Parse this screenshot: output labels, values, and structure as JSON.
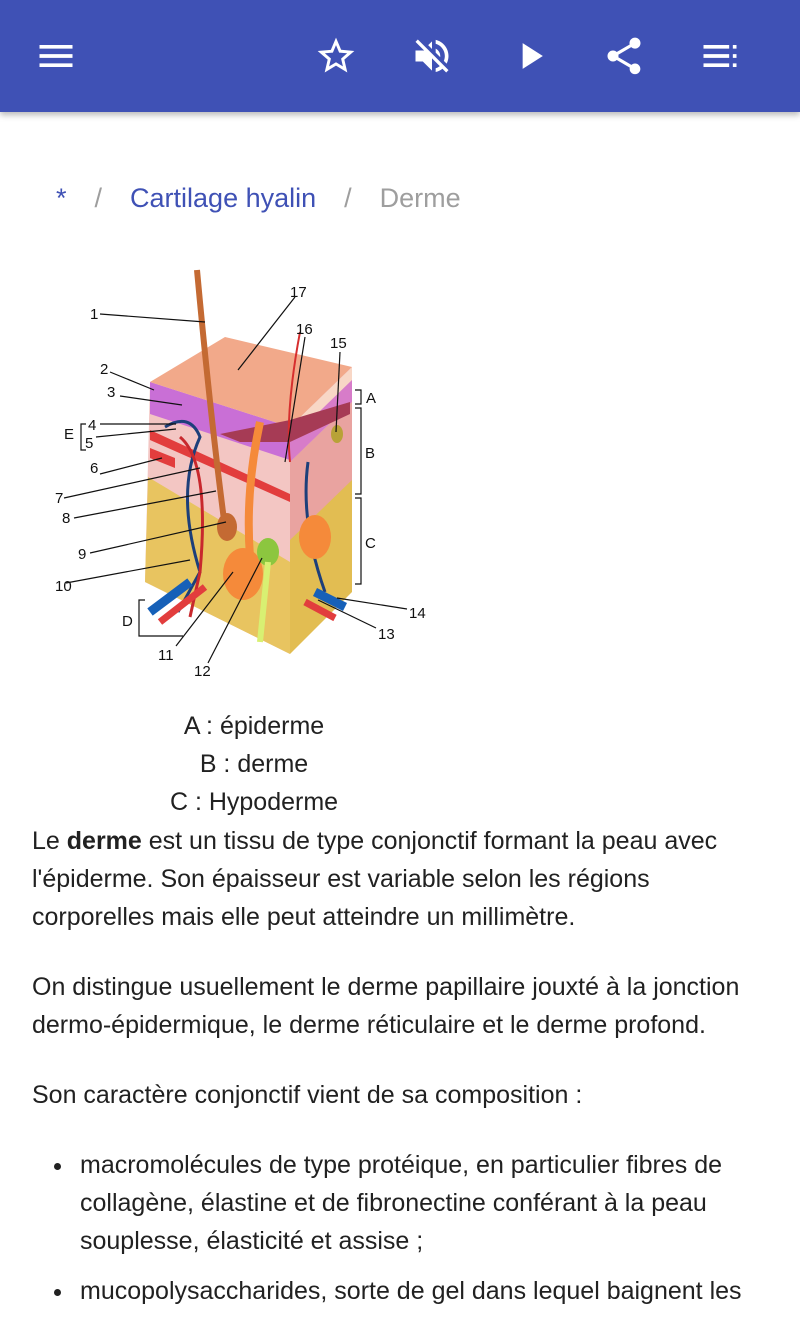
{
  "appbar": {
    "background": "#3f51b5",
    "icons": [
      "menu-icon",
      "star-outline-icon",
      "volume-off-icon",
      "play-icon",
      "share-icon",
      "playlist-icon"
    ]
  },
  "breadcrumb": {
    "root": "*",
    "separator": "/",
    "parent": "Cartilage hyalin",
    "current": "Derme"
  },
  "figure": {
    "labels": [
      "1",
      "2",
      "3",
      "4",
      "5",
      "6",
      "7",
      "8",
      "9",
      "10",
      "11",
      "12",
      "13",
      "14",
      "15",
      "16",
      "17"
    ],
    "layer_labels": [
      "A",
      "B",
      "C",
      "D",
      "E"
    ],
    "captions": [
      "A : épiderme",
      "B : derme",
      "C : Hypoderme"
    ]
  },
  "article": {
    "p1_pre": "Le ",
    "p1_bold": "derme",
    "p1_post": " est un tissu de type conjonctif formant la peau avec l'épiderme. Son épaisseur est variable selon les régions corporelles mais elle peut atteindre un millimètre.",
    "p2": "On distingue usuellement le derme papillaire jouxté à la jonction dermo-épidermique, le derme réticulaire et le derme profond.",
    "p3": "Son caractère conjonctif vient de sa composition :",
    "bullets": [
      "macromolécules de type protéique, en particulier fibres de collagène, élastine et de fibronectine conférant à la peau souplesse, élasticité et assise ;",
      "mucopolysaccharides, sorte de gel dans lequel baignent les"
    ]
  }
}
